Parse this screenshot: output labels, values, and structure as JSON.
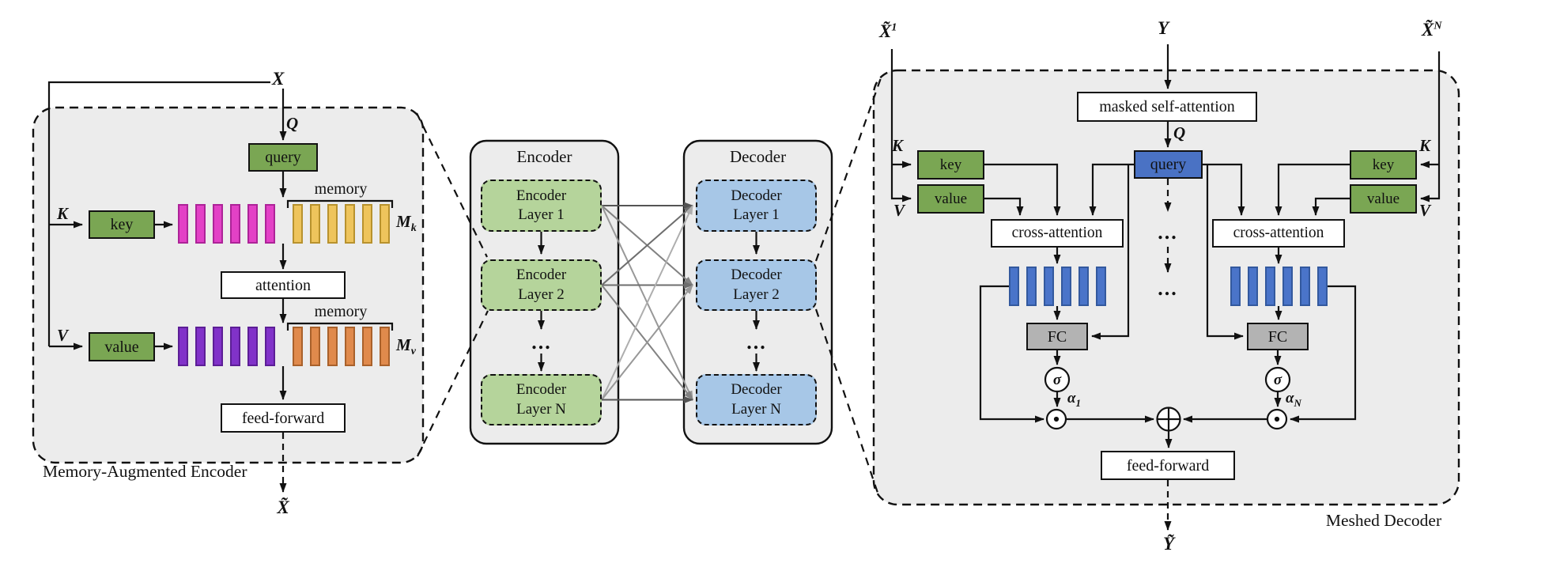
{
  "figure": {
    "left_panel": {
      "caption": "Memory-Augmented Encoder",
      "input_label": "X",
      "output_label": "X̃",
      "q_label": "Q",
      "k_label": "K",
      "v_label": "V",
      "query_box": "query",
      "key_box": "key",
      "value_box": "value",
      "attention_box": "attention",
      "ff_box": "feed-forward",
      "memory_label_k": "memory",
      "memory_label_v": "memory",
      "mk_base": "M",
      "mk_sub": "k",
      "mv_base": "M",
      "mv_sub": "v",
      "bars_per_group": 6
    },
    "stacks": {
      "encoder_title": "Encoder",
      "decoder_title": "Decoder",
      "encoder_layers": [
        [
          "Encoder",
          "Layer 1"
        ],
        [
          "Encoder",
          "Layer 2"
        ],
        [
          "Encoder",
          "Layer N"
        ]
      ],
      "decoder_layers": [
        [
          "Decoder",
          "Layer 1"
        ],
        [
          "Decoder",
          "Layer 2"
        ],
        [
          "Decoder",
          "Layer N"
        ]
      ],
      "encoder_dots": "...",
      "decoder_dots": "..."
    },
    "right_panel": {
      "caption": "Meshed Decoder",
      "x1_base": "X̃",
      "x1_sup": "1",
      "xn_base": "X̃",
      "xn_sup": "N",
      "y_input": "Y",
      "y_output": "Ỹ",
      "masked_sa_box": "masked self-attention",
      "q_label": "Q",
      "query_box": "query",
      "dots_top": "...",
      "dots_bottom": "...",
      "ff_box": "feed-forward",
      "left_branch": {
        "k_label": "K",
        "v_label": "V",
        "key_box": "key",
        "value_box": "value",
        "ca_box": "cross-attention",
        "fc_box": "FC",
        "sigma": "σ",
        "alpha_base": "α",
        "alpha_sub": "1"
      },
      "right_branch": {
        "k_label": "K",
        "v_label": "V",
        "key_box": "key",
        "value_box": "value",
        "ca_box": "cross-attention",
        "fc_box": "FC",
        "sigma": "σ",
        "alpha_base": "α",
        "alpha_sub": "N"
      }
    },
    "colors": {
      "panel_bg": "#ececec",
      "green_box": "#7aa653",
      "green_layer": "#b5d49b",
      "blue_layer": "#a7c7e7",
      "blue_box": "#4a72c4",
      "gray_box": "#b3b3b3",
      "pink_bar": "#e341c6",
      "pink_border": "#ad2398",
      "yellow_bar": "#eec45c",
      "yellow_border": "#b8922e",
      "purple_bar": "#8132c9",
      "purple_border": "#5c1e96",
      "orange_bar": "#e08a4c",
      "orange_border": "#a9612b",
      "blue_bar": "#4a74c9",
      "blue_border": "#33599e"
    }
  }
}
